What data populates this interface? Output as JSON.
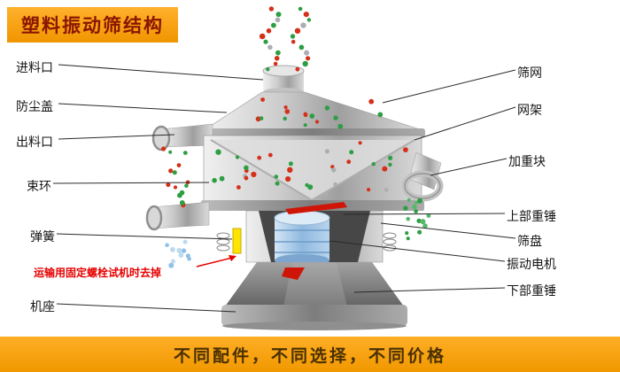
{
  "banner": {
    "title": "塑料振动筛结构",
    "bg": "#f7a11a",
    "text_color": "#8a1500"
  },
  "bottom_bar": {
    "text": "不同配件，不同选择，不同价格",
    "bg": "#f7a11a",
    "text_color": "#4a3000"
  },
  "warning_note": {
    "text": "运输用固定螺栓试机时去掉",
    "color": "#e60000"
  },
  "labels_left": [
    {
      "text": "进料口"
    },
    {
      "text": "防尘盖"
    },
    {
      "text": "出料口"
    },
    {
      "text": "束环"
    },
    {
      "text": "弹簧"
    },
    {
      "text": "机座"
    }
  ],
  "labels_right": [
    {
      "text": "筛网"
    },
    {
      "text": "网架"
    },
    {
      "text": "加重块"
    },
    {
      "text": "上部重锤"
    },
    {
      "text": "筛盘"
    },
    {
      "text": "振动电机"
    },
    {
      "text": "下部重锤"
    }
  ],
  "particle_colors": {
    "red": "#d4301a",
    "green": "#2e9e44",
    "blue": "#8fc0e8",
    "gray": "#a9afb5"
  }
}
